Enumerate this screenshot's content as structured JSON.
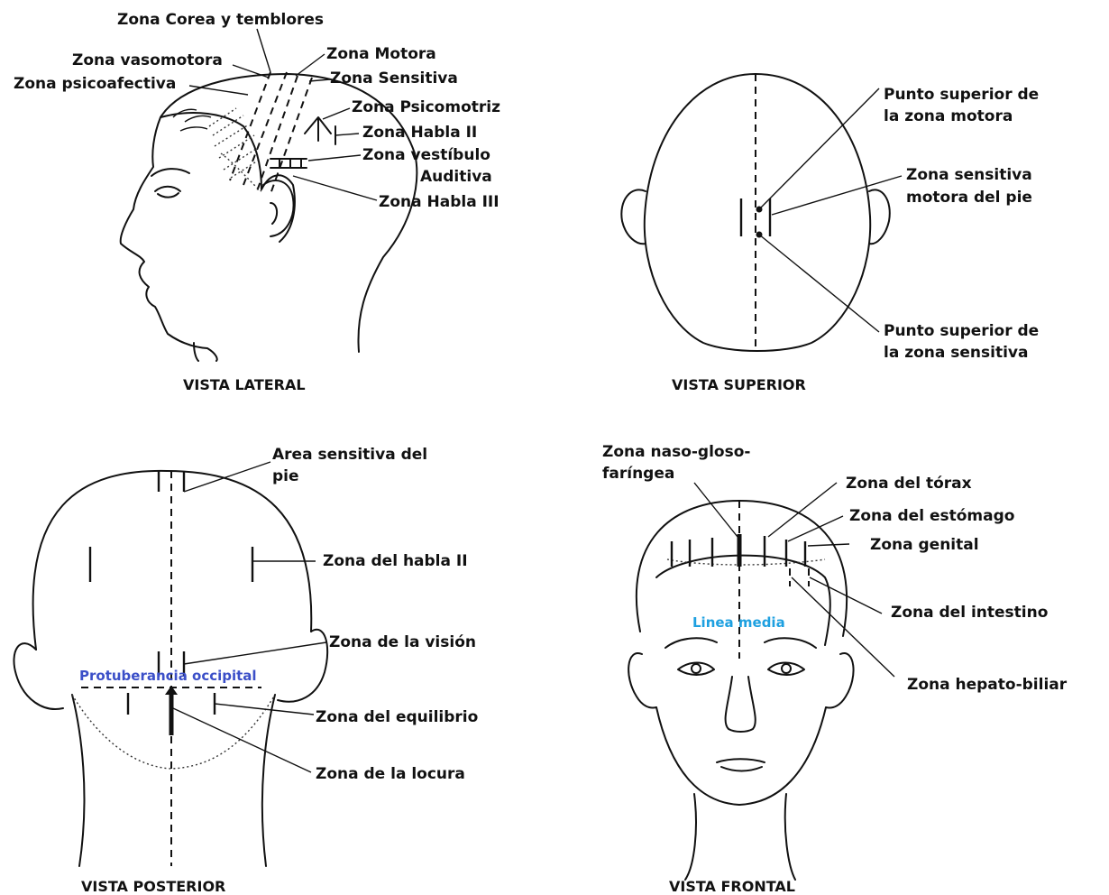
{
  "lateral": {
    "caption": "VISTA LATERAL",
    "labels": {
      "corea": "Zona Corea y temblores",
      "vasomotora": "Zona vasomotora",
      "psicoafectiva": "Zona psicoafectiva",
      "motora": "Zona Motora",
      "sensitiva": "Zona Sensitiva",
      "psicomotriz": "Zona Psicomotriz",
      "habla2": "Zona Habla II",
      "vestibulo": "Zona  vestíbulo",
      "auditiva": "Auditiva",
      "habla3": "Zona Habla III"
    }
  },
  "superior": {
    "caption": "VISTA SUPERIOR",
    "labels": {
      "punto_motora_1": "Punto superior de",
      "punto_motora_2": "la zona motora",
      "sens_pie_1": "Zona sensitiva",
      "sens_pie_2": "motora del pie",
      "punto_sens_1": "Punto superior de",
      "punto_sens_2": "la zona sensitiva"
    }
  },
  "posterior": {
    "caption": "VISTA POSTERIOR",
    "labels": {
      "area_pie_1": "Area sensitiva del",
      "area_pie_2": "pie",
      "habla2": "Zona del habla II",
      "vision": "Zona de la visión",
      "protuberancia": "Protuberancia occipital",
      "equilibrio": "Zona del equilibrio",
      "locura": "Zona de la locura"
    }
  },
  "frontal": {
    "caption": "VISTA FRONTAL",
    "labels": {
      "naso_1": "Zona naso-gloso-",
      "naso_2": "faríngea",
      "torax": "Zona del tórax",
      "estomago": "Zona del estómago",
      "genital": "Zona genital",
      "intestino": "Zona del intestino",
      "linea_media": "Linea media",
      "hepato": "Zona hepato-biliar"
    }
  }
}
